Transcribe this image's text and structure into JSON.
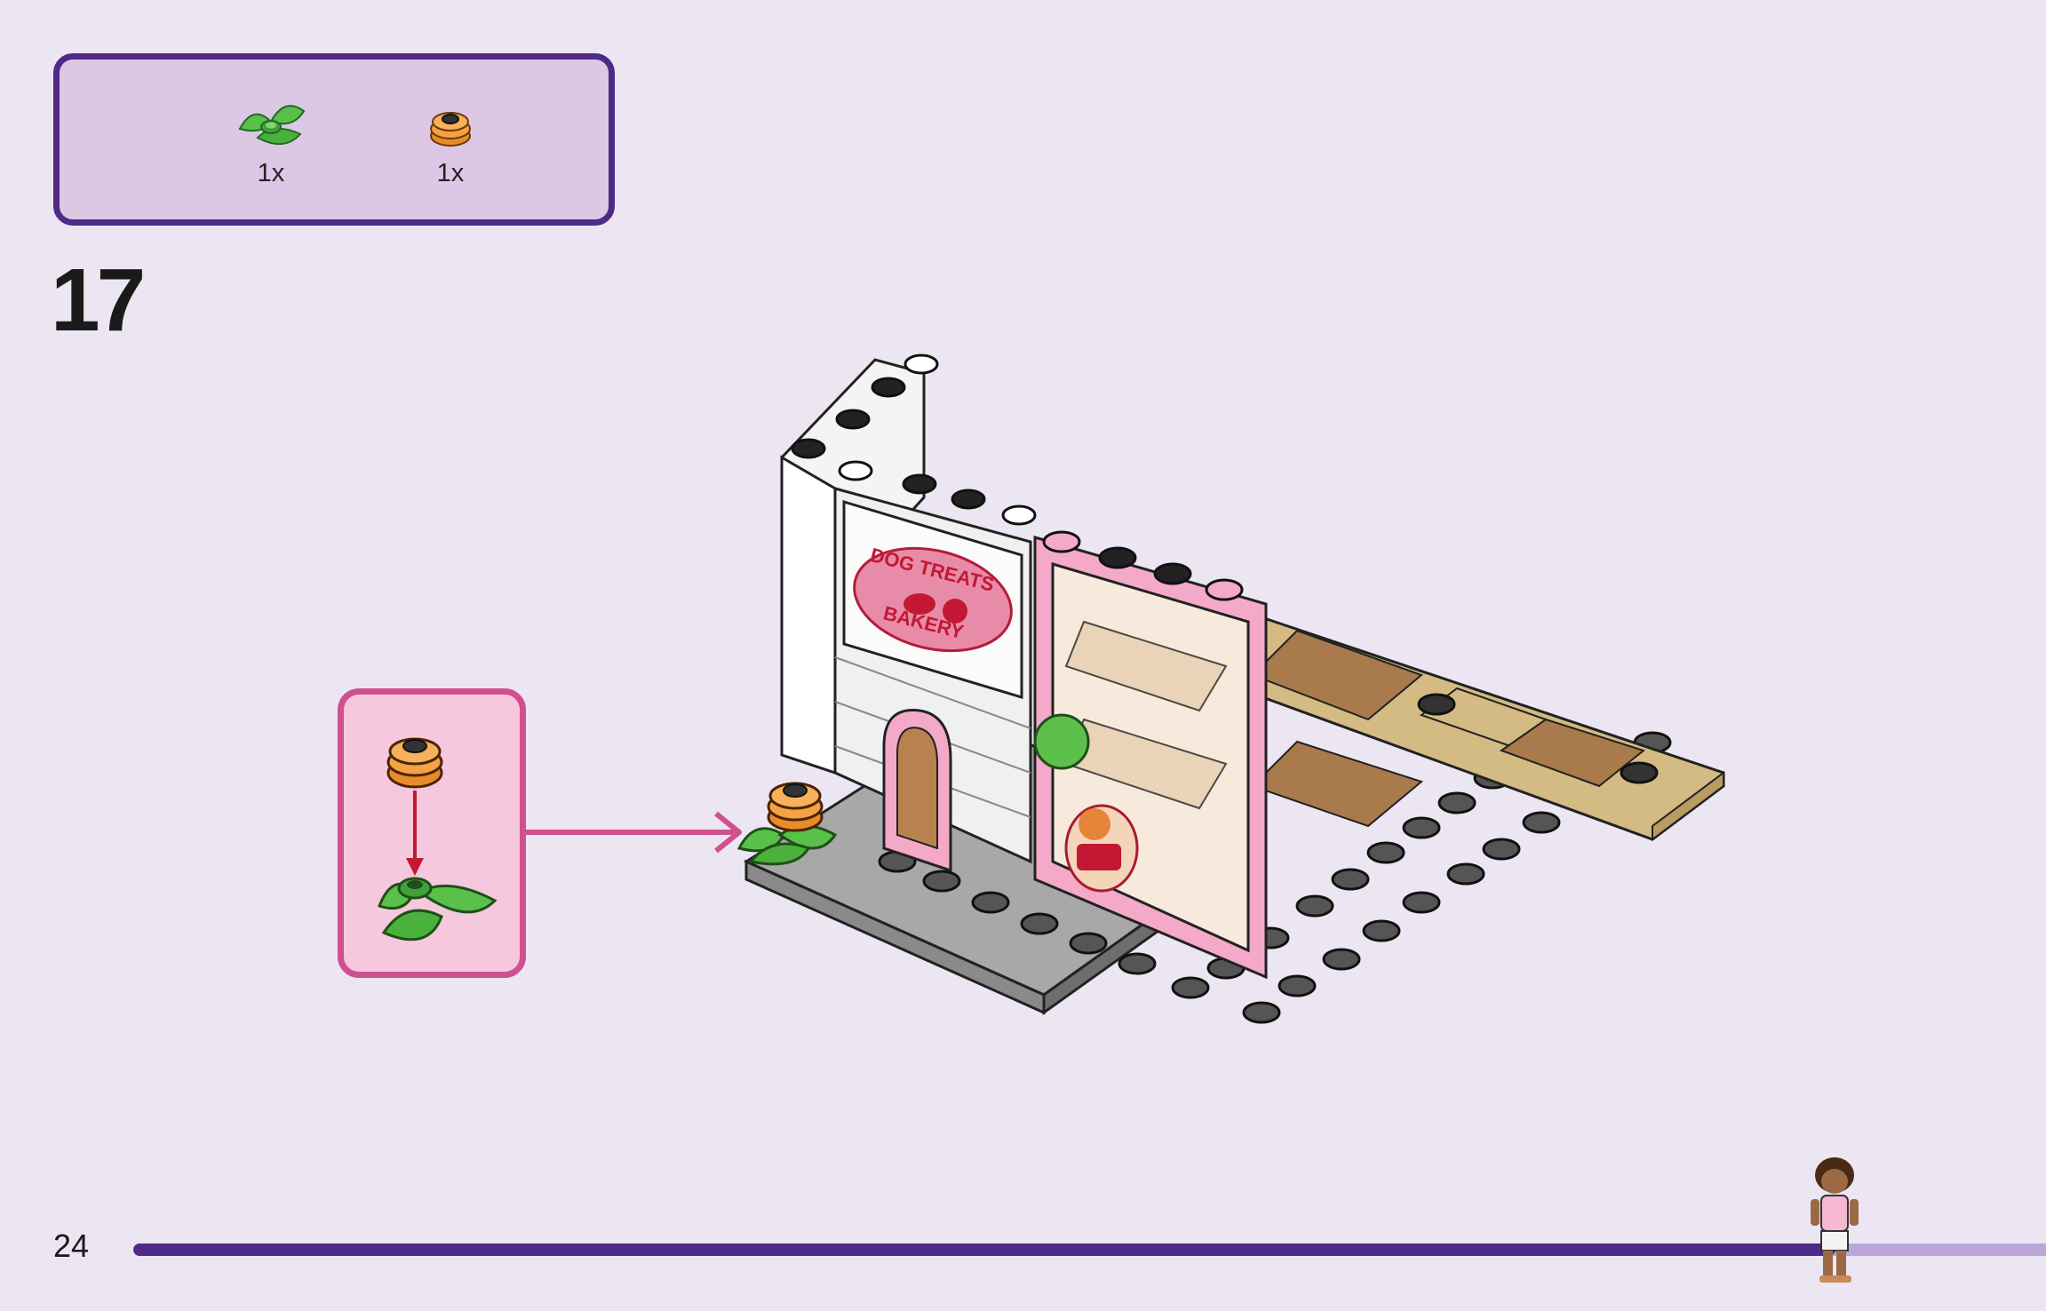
{
  "parts_list": {
    "items": [
      {
        "icon": "green-leaf-plate-icon",
        "quantity": "1x"
      },
      {
        "icon": "orange-flower-plate-icon",
        "quantity": "1x"
      }
    ]
  },
  "step": {
    "number": "17"
  },
  "model_sign": {
    "line1": "DOG TREATS",
    "line2": "BAKERY"
  },
  "footer": {
    "page_number": "24",
    "progress_fraction": 0.89
  },
  "colors": {
    "background": "#ece6f3",
    "parts_box_border": "#4f2a86",
    "parts_box_fill": "#dcc8e4",
    "callout_border": "#d0508f",
    "callout_fill": "#f6c8de",
    "progress_fill": "#4f2a86",
    "progress_track": "#bba7d9"
  }
}
